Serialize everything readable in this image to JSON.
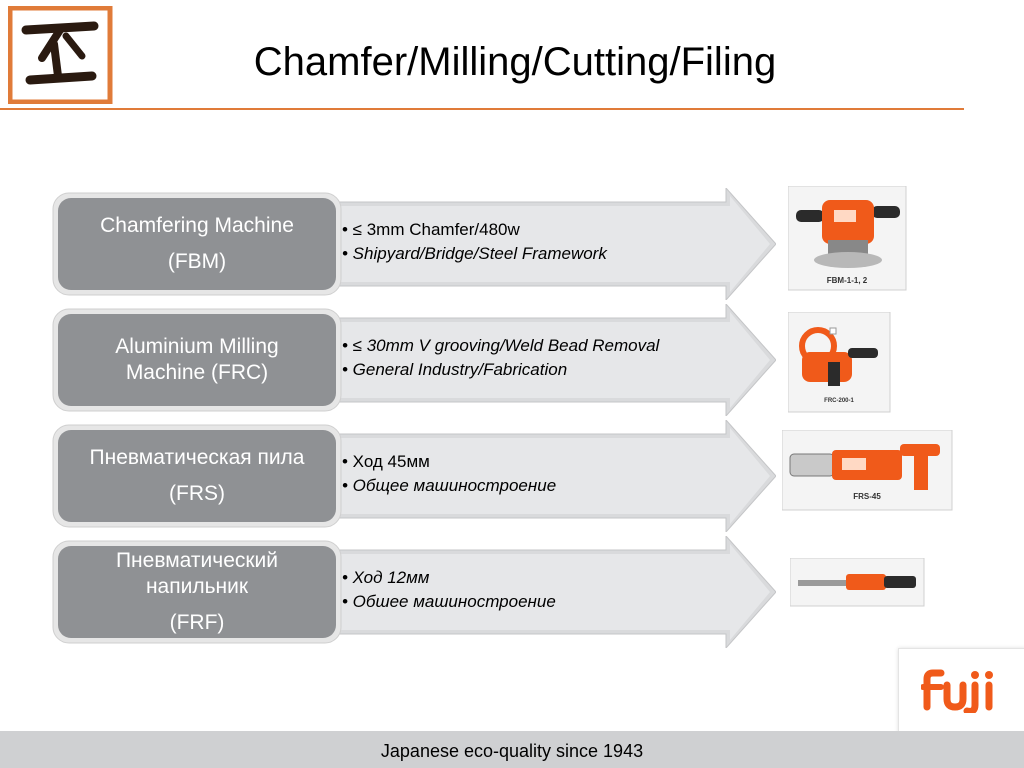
{
  "title": "Chamfer/Milling/Cutting/Filing",
  "footer": "Japanese eco-quality since 1943",
  "colors": {
    "accent": "#e07b39",
    "label_box": "#8f9194",
    "arrow": "#e2e3e5",
    "tool_orange": "#f05a1a"
  },
  "products": [
    {
      "name_line1": "Chamfering Machine",
      "name_line2": "(FBM)",
      "bullets": [
        "•  ≤ 3mm Chamfer/480w",
        "• Shipyard/Bridge/Steel Framework"
      ],
      "photo_caption": "FBM-1-1, 2"
    },
    {
      "name_line1": "Aluminium Milling",
      "name_line2": "Machine (FRC)",
      "bullets": [
        "•  ≤ 30mm V grooving/Weld Bead Removal",
        "• General Industry/Fabrication"
      ],
      "photo_caption": "FRC-200-1"
    },
    {
      "name_line1": "Пневматическая пила",
      "name_line2": "(FRS)",
      "bullets": [
        "•  Ход 45мм",
        "• Общее машиностроение"
      ],
      "photo_caption": "FRS-45"
    },
    {
      "name_line1": "Пневматический",
      "name_line2": "напильник",
      "name_line3": "(FRF)",
      "bullets": [
        "• Ход 12мм",
        "• Обшее машиностроение"
      ],
      "photo_caption": ""
    }
  ],
  "logo_alt": "logo",
  "brand": "Fuji"
}
